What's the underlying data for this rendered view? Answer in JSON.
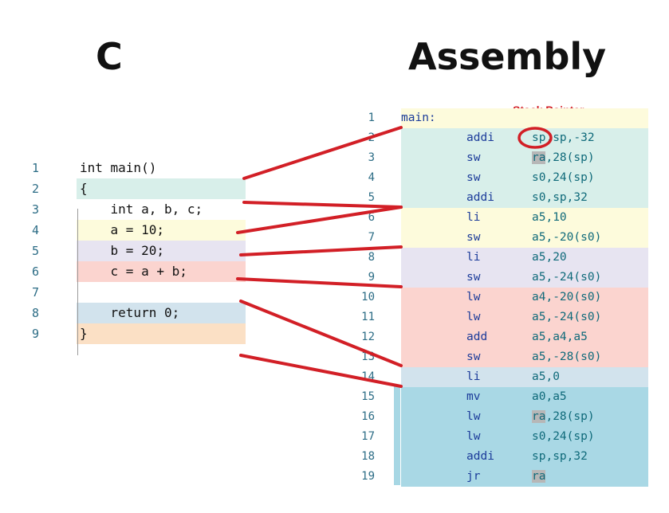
{
  "titles": {
    "c": "C",
    "asm": "Assembly"
  },
  "annotation": "Stack Pointer",
  "c_code": [
    {
      "n": "1",
      "text": "int main()"
    },
    {
      "n": "2",
      "text": "{"
    },
    {
      "n": "3",
      "text": "    int a, b, c;"
    },
    {
      "n": "4",
      "text": "    a = 10;"
    },
    {
      "n": "5",
      "text": "    b = 20;"
    },
    {
      "n": "6",
      "text": "    c = a + b;"
    },
    {
      "n": "7",
      "text": ""
    },
    {
      "n": "8",
      "text": "    return 0;"
    },
    {
      "n": "9",
      "text": "}"
    }
  ],
  "asm_code": [
    {
      "n": "1",
      "label": "main:"
    },
    {
      "n": "2",
      "op": "addi",
      "args": "sp,sp,-32"
    },
    {
      "n": "3",
      "op": "sw",
      "args": "ra,28(sp)"
    },
    {
      "n": "4",
      "op": "sw",
      "args": "s0,24(sp)"
    },
    {
      "n": "5",
      "op": "addi",
      "args": "s0,sp,32"
    },
    {
      "n": "6",
      "op": "li",
      "args": "a5,10"
    },
    {
      "n": "7",
      "op": "sw",
      "args": "a5,-20(s0)"
    },
    {
      "n": "8",
      "op": "li",
      "args": "a5,20"
    },
    {
      "n": "9",
      "op": "sw",
      "args": "a5,-24(s0)"
    },
    {
      "n": "10",
      "op": "lw",
      "args": "a4,-20(s0)"
    },
    {
      "n": "11",
      "op": "lw",
      "args": "a5,-24(s0)"
    },
    {
      "n": "12",
      "op": "add",
      "args": "a5,a4,a5"
    },
    {
      "n": "13",
      "op": "sw",
      "args": "a5,-28(s0)"
    },
    {
      "n": "14",
      "op": "li",
      "args": "a5,0"
    },
    {
      "n": "15",
      "op": "mv",
      "args": "a0,a5"
    },
    {
      "n": "16",
      "op": "lw",
      "args": "ra,28(sp)"
    },
    {
      "n": "17",
      "op": "lw",
      "args": "s0,24(sp)"
    },
    {
      "n": "18",
      "op": "addi",
      "args": "sp,sp,32"
    },
    {
      "n": "19",
      "op": "jr",
      "args": "ra"
    }
  ],
  "colors": {
    "prologue": "#d8efea",
    "assign_a": "#fdfbdc",
    "assign_b": "#e7e4f1",
    "add": "#fbd4cf",
    "return": "#d2e3ed",
    "epilogue_c": "#fbe0c5",
    "epilogue_asm": "#a9d8e5",
    "connector": "#d21f26"
  }
}
